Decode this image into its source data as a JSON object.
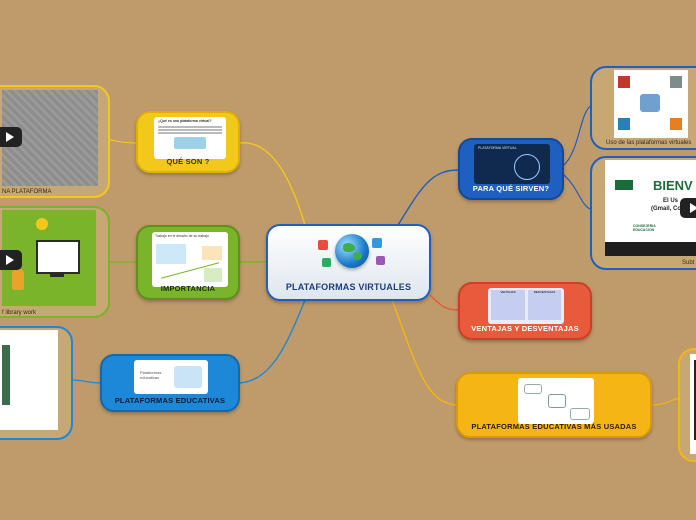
{
  "colors": {
    "background": "#bf9a6a",
    "central": "#e6edf3",
    "yellow": "#f2c81a",
    "green": "#7ab42a",
    "blue": "#1e88d8",
    "navy": "#1f5fbf",
    "red": "#e85a3c",
    "orange": "#f4b515"
  },
  "central": {
    "title": "PLATAFORMAS VIRTUALES",
    "icon": "globe-icon"
  },
  "left_nodes": {
    "que_son": {
      "label": "QUÉ SON ?"
    },
    "importancia": {
      "label": "IMPORTANCIA"
    },
    "educativas": {
      "label": "PLATAFORMAS EDUCATIVAS"
    }
  },
  "right_nodes": {
    "para_que": {
      "label": "PARA QUÉ SIRVEN?"
    },
    "ventajas": {
      "label": "VENTAJAS Y DESVENTAJAS"
    },
    "mas_usadas": {
      "label": "PLATAFORMAS EDUCATIVAS MÁS USADAS"
    }
  },
  "attachments": {
    "video_plataforma": {
      "caption": "NA PLATAFORMA"
    },
    "library": {
      "caption": "f library work"
    },
    "uso": {
      "caption": "Uso de las plataformas virtuales"
    },
    "bienvenida": {
      "headline": "BIENV",
      "line1": "El Us",
      "line2": "(Gmail, Co",
      "logo": "CONSEJERIA EDUCACION",
      "caption": "Subt"
    }
  },
  "thumb_texts": {
    "que_son_title": "¿Qué es una plataforma virtual?",
    "ventajas_left": "VENTAJAS",
    "ventajas_right": "DESVENTAJAS",
    "para_que_title": "PLATAFORMA VIRTUAL",
    "educativas_text": "Plataformas educativas",
    "importancia_title": "Trabajo en el desafío de su trabajo"
  }
}
